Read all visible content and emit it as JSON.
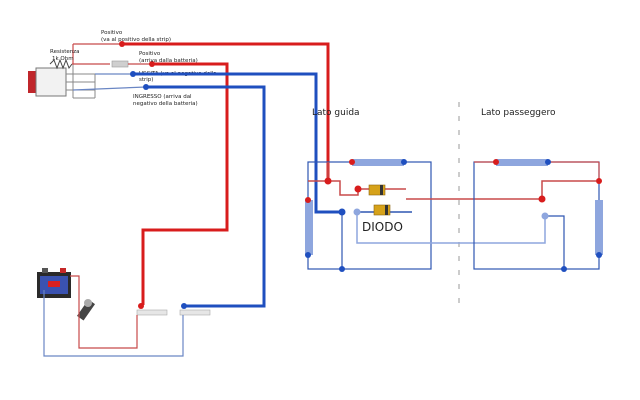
{
  "labels": {
    "resistor_line1": "Resistenza",
    "resistor_line2": "1k Ohm",
    "pos_strip_line1": "Positivo",
    "pos_strip_line2": "(va al positivo della strip)",
    "pos_batt_line1": "Positivo",
    "pos_batt_line2": "(arriva dalla batteria)",
    "out_line1": "USCITA (va al negativo della",
    "out_line2": "strip)",
    "in_line1": "INGRESSO (arriva dal",
    "in_line2": "negativo della batteria)",
    "driver_side": "Lato guida",
    "passenger_side": "Lato passeggero",
    "diode": "DIODO"
  },
  "colors": {
    "positive": "#d81c1c",
    "negative": "#1f4fbf",
    "thin_positive": "#c84a4a",
    "thin_negative": "#6a86c4",
    "strip": "#8ea6de",
    "diode_body": "#d6a21a"
  }
}
